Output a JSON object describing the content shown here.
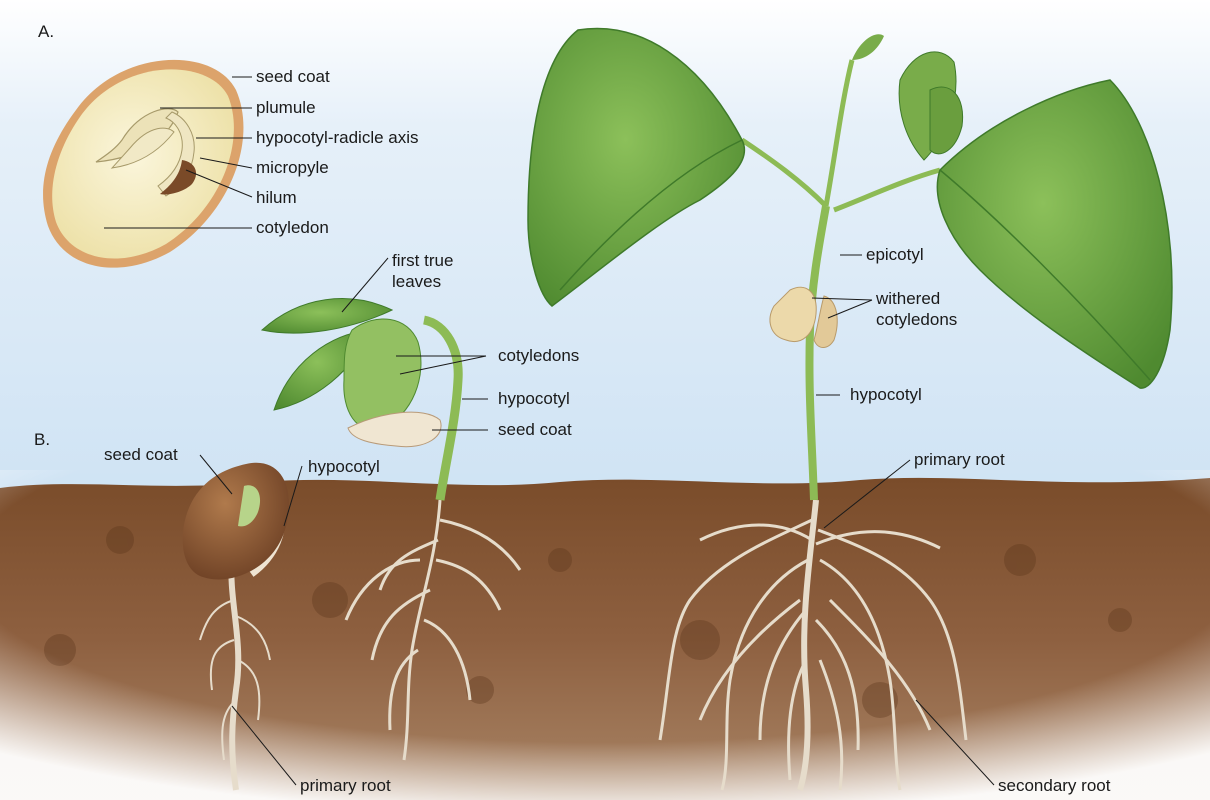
{
  "panels": {
    "a": "A.",
    "b": "B."
  },
  "labels": {
    "seed_coat_a": "seed coat",
    "plumule": "plumule",
    "hypocotyl_radicle_axis": "hypocotyl-radicle axis",
    "micropyle": "micropyle",
    "hilum": "hilum",
    "cotyledon": "cotyledon",
    "first_true_leaves": "first true\nleaves",
    "cotyledons": "cotyledons",
    "hypocotyl_mid": "hypocotyl",
    "seed_coat_mid": "seed coat",
    "seed_coat_left": "seed coat",
    "hypocotyl_left": "hypocotyl",
    "primary_root_left": "primary root",
    "epicotyl": "epicotyl",
    "withered_cotyledons": "withered\ncotyledons",
    "hypocotyl_right": "hypocotyl",
    "primary_root_right": "primary root",
    "secondary_root": "secondary root"
  },
  "colors": {
    "sky": "#d6e8f6",
    "soil": "#8a5a34",
    "soil_dark": "#5e3a1e",
    "leaf": "#6fa845",
    "leaf_dark": "#3f7a2a",
    "stem": "#8dbb55",
    "seed_interior": "#f6eec4",
    "seed_coat": "#d8a56a",
    "bean_brown": "#8b5a35",
    "root": "#e7dccb"
  }
}
